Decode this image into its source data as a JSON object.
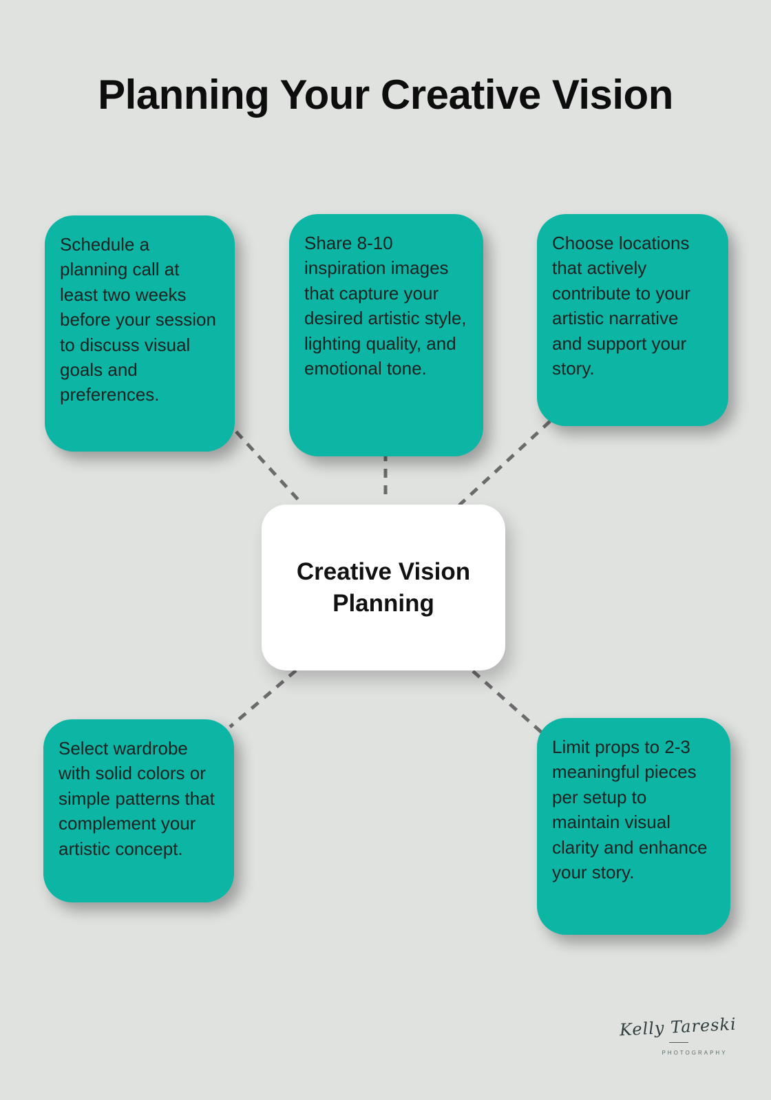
{
  "colors": {
    "background": "#e0e2e0",
    "card": "#0cb5a4",
    "card_text": "#1c2220",
    "center_bg": "#ffffff",
    "center_text": "#111111",
    "connector": "#6b6b6b",
    "title": "#0c0d0c",
    "signature": "#2f3d3c"
  },
  "header": {
    "title": "Planning Your Creative Vision"
  },
  "diagram": {
    "center": {
      "label": "Creative Vision Planning"
    },
    "nodes": [
      {
        "id": "schedule-call",
        "text": "Schedule a planning call at least two weeks before your session to discuss visual goals and preferences."
      },
      {
        "id": "inspiration-images",
        "text": "Share 8-10 inspiration images that capture your desired artistic style, lighting quality, and emotional tone."
      },
      {
        "id": "locations",
        "text": "Choose locations that actively contribute to your artistic narrative and support your story."
      },
      {
        "id": "wardrobe",
        "text": "Select wardrobe with solid colors or simple patterns that complement your artistic concept."
      },
      {
        "id": "props",
        "text": "Limit props to 2-3 meaningful pieces per setup to maintain visual clarity and enhance your story."
      }
    ]
  },
  "signature": {
    "name": "Kelly Tareski",
    "tagline": "PHOTOGRAPHY"
  }
}
